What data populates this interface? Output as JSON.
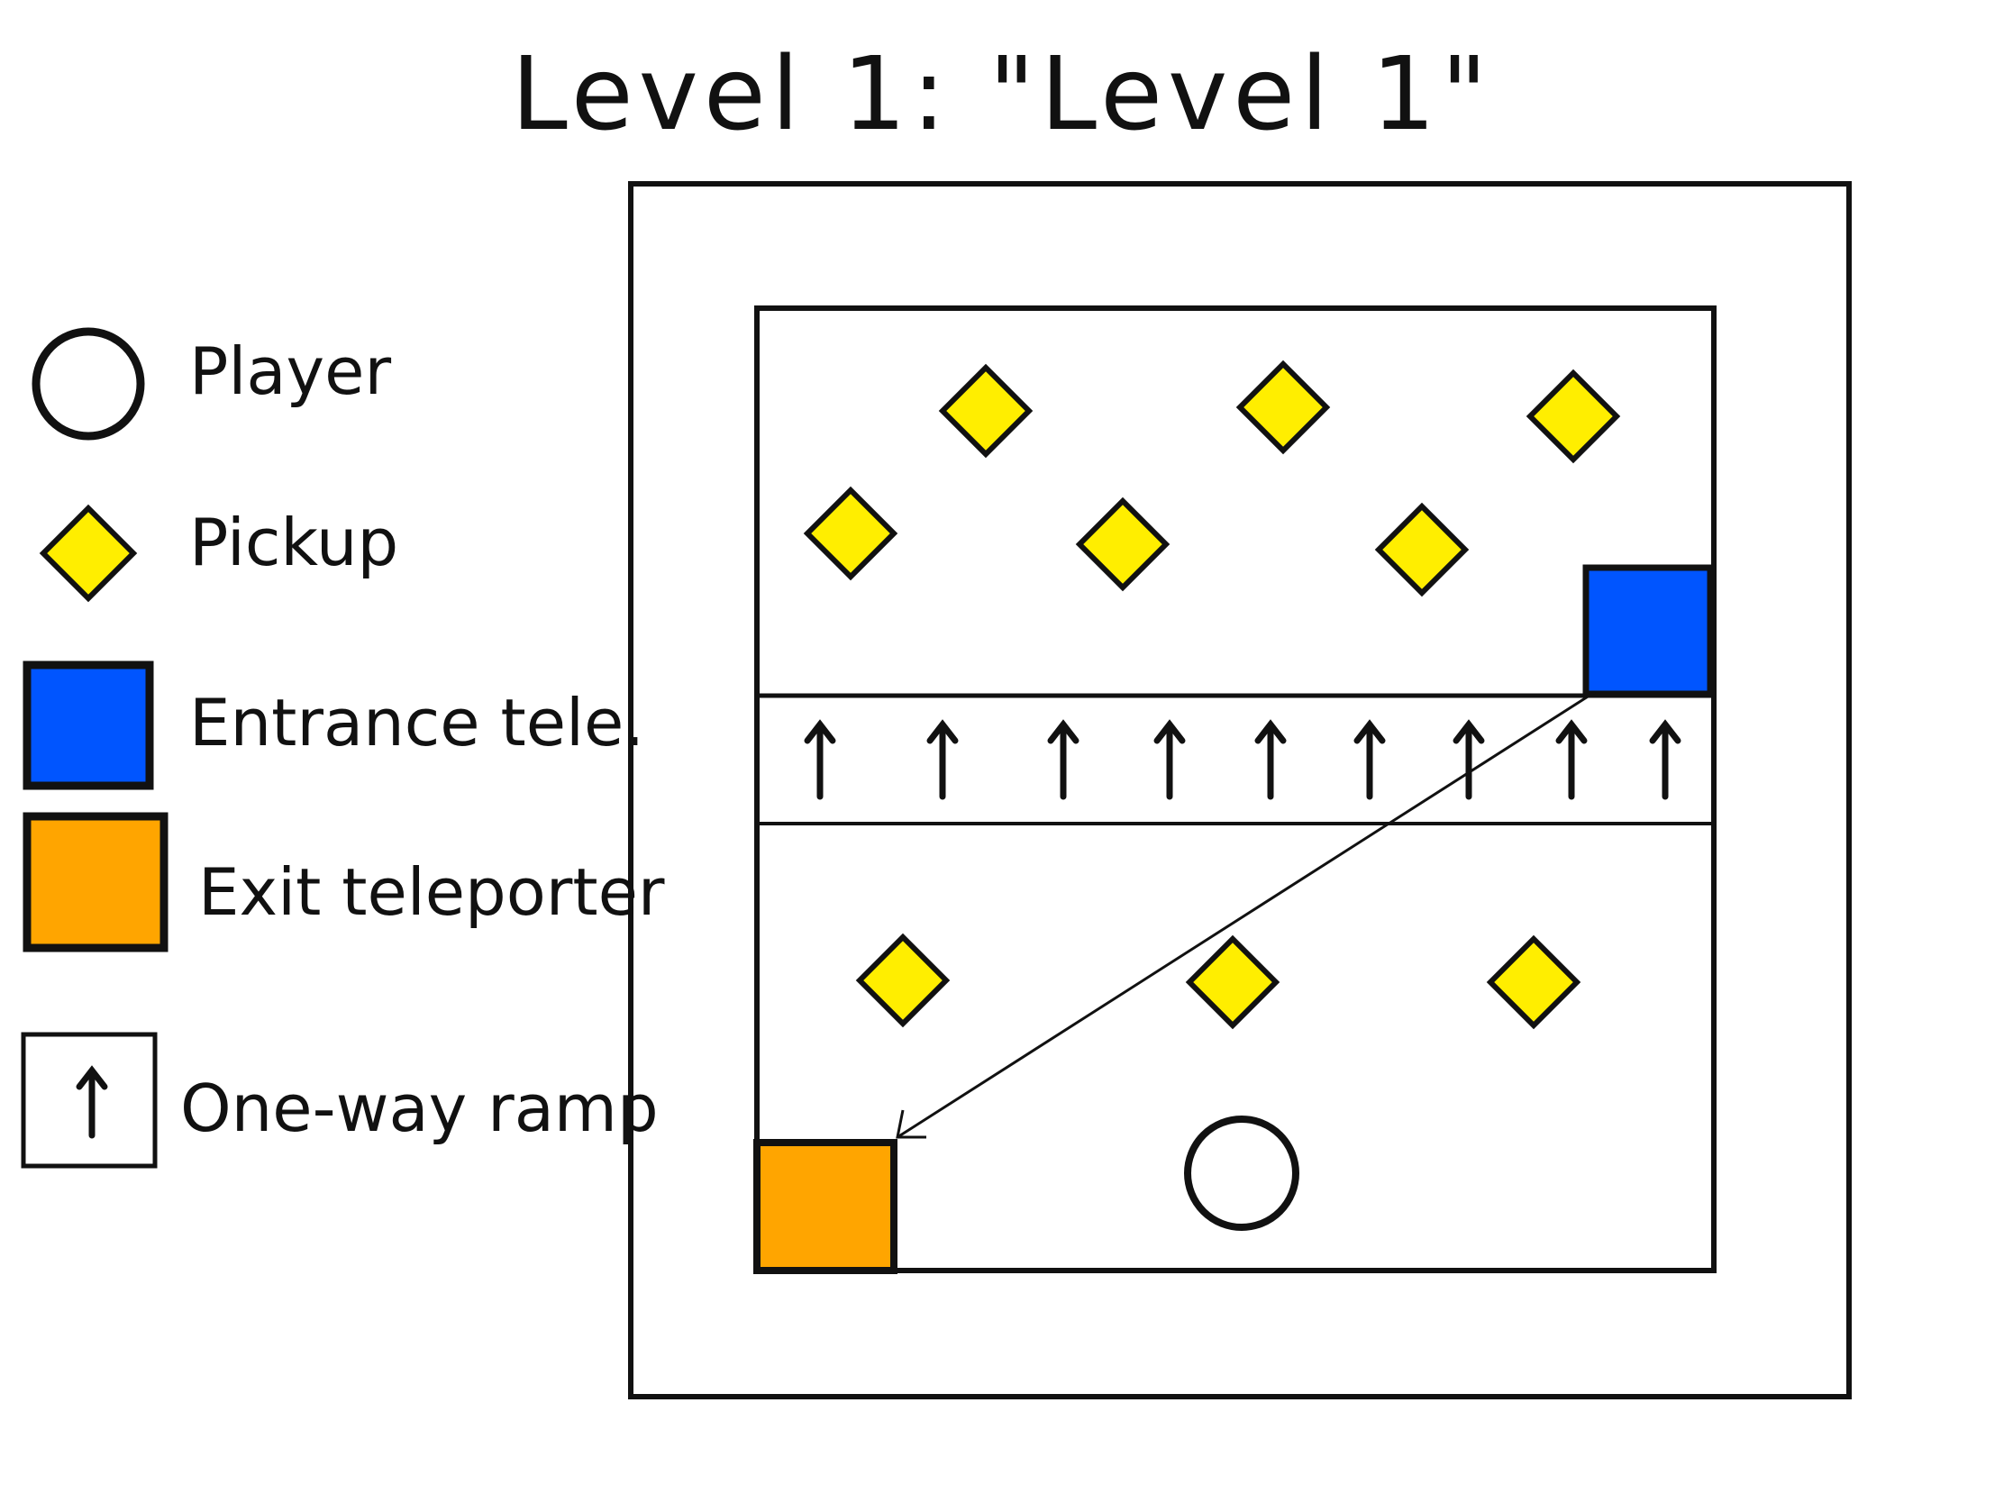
{
  "title": "Level 1: \"Level 1\"",
  "legend": {
    "player": "Player",
    "pickup": "Pickup",
    "entrance": "Entrance tele.",
    "exit": "Exit teleporter",
    "ramp": "One-way ramp"
  },
  "colors": {
    "pickup": "#ffee00",
    "entrance": "#0055ff",
    "exit": "#ffa500",
    "ink": "#111111"
  },
  "icons": {
    "player": "circle-icon",
    "pickup": "diamond-icon",
    "entrance": "blue-square-icon",
    "exit": "orange-square-icon",
    "ramp": "up-arrow-icon"
  }
}
